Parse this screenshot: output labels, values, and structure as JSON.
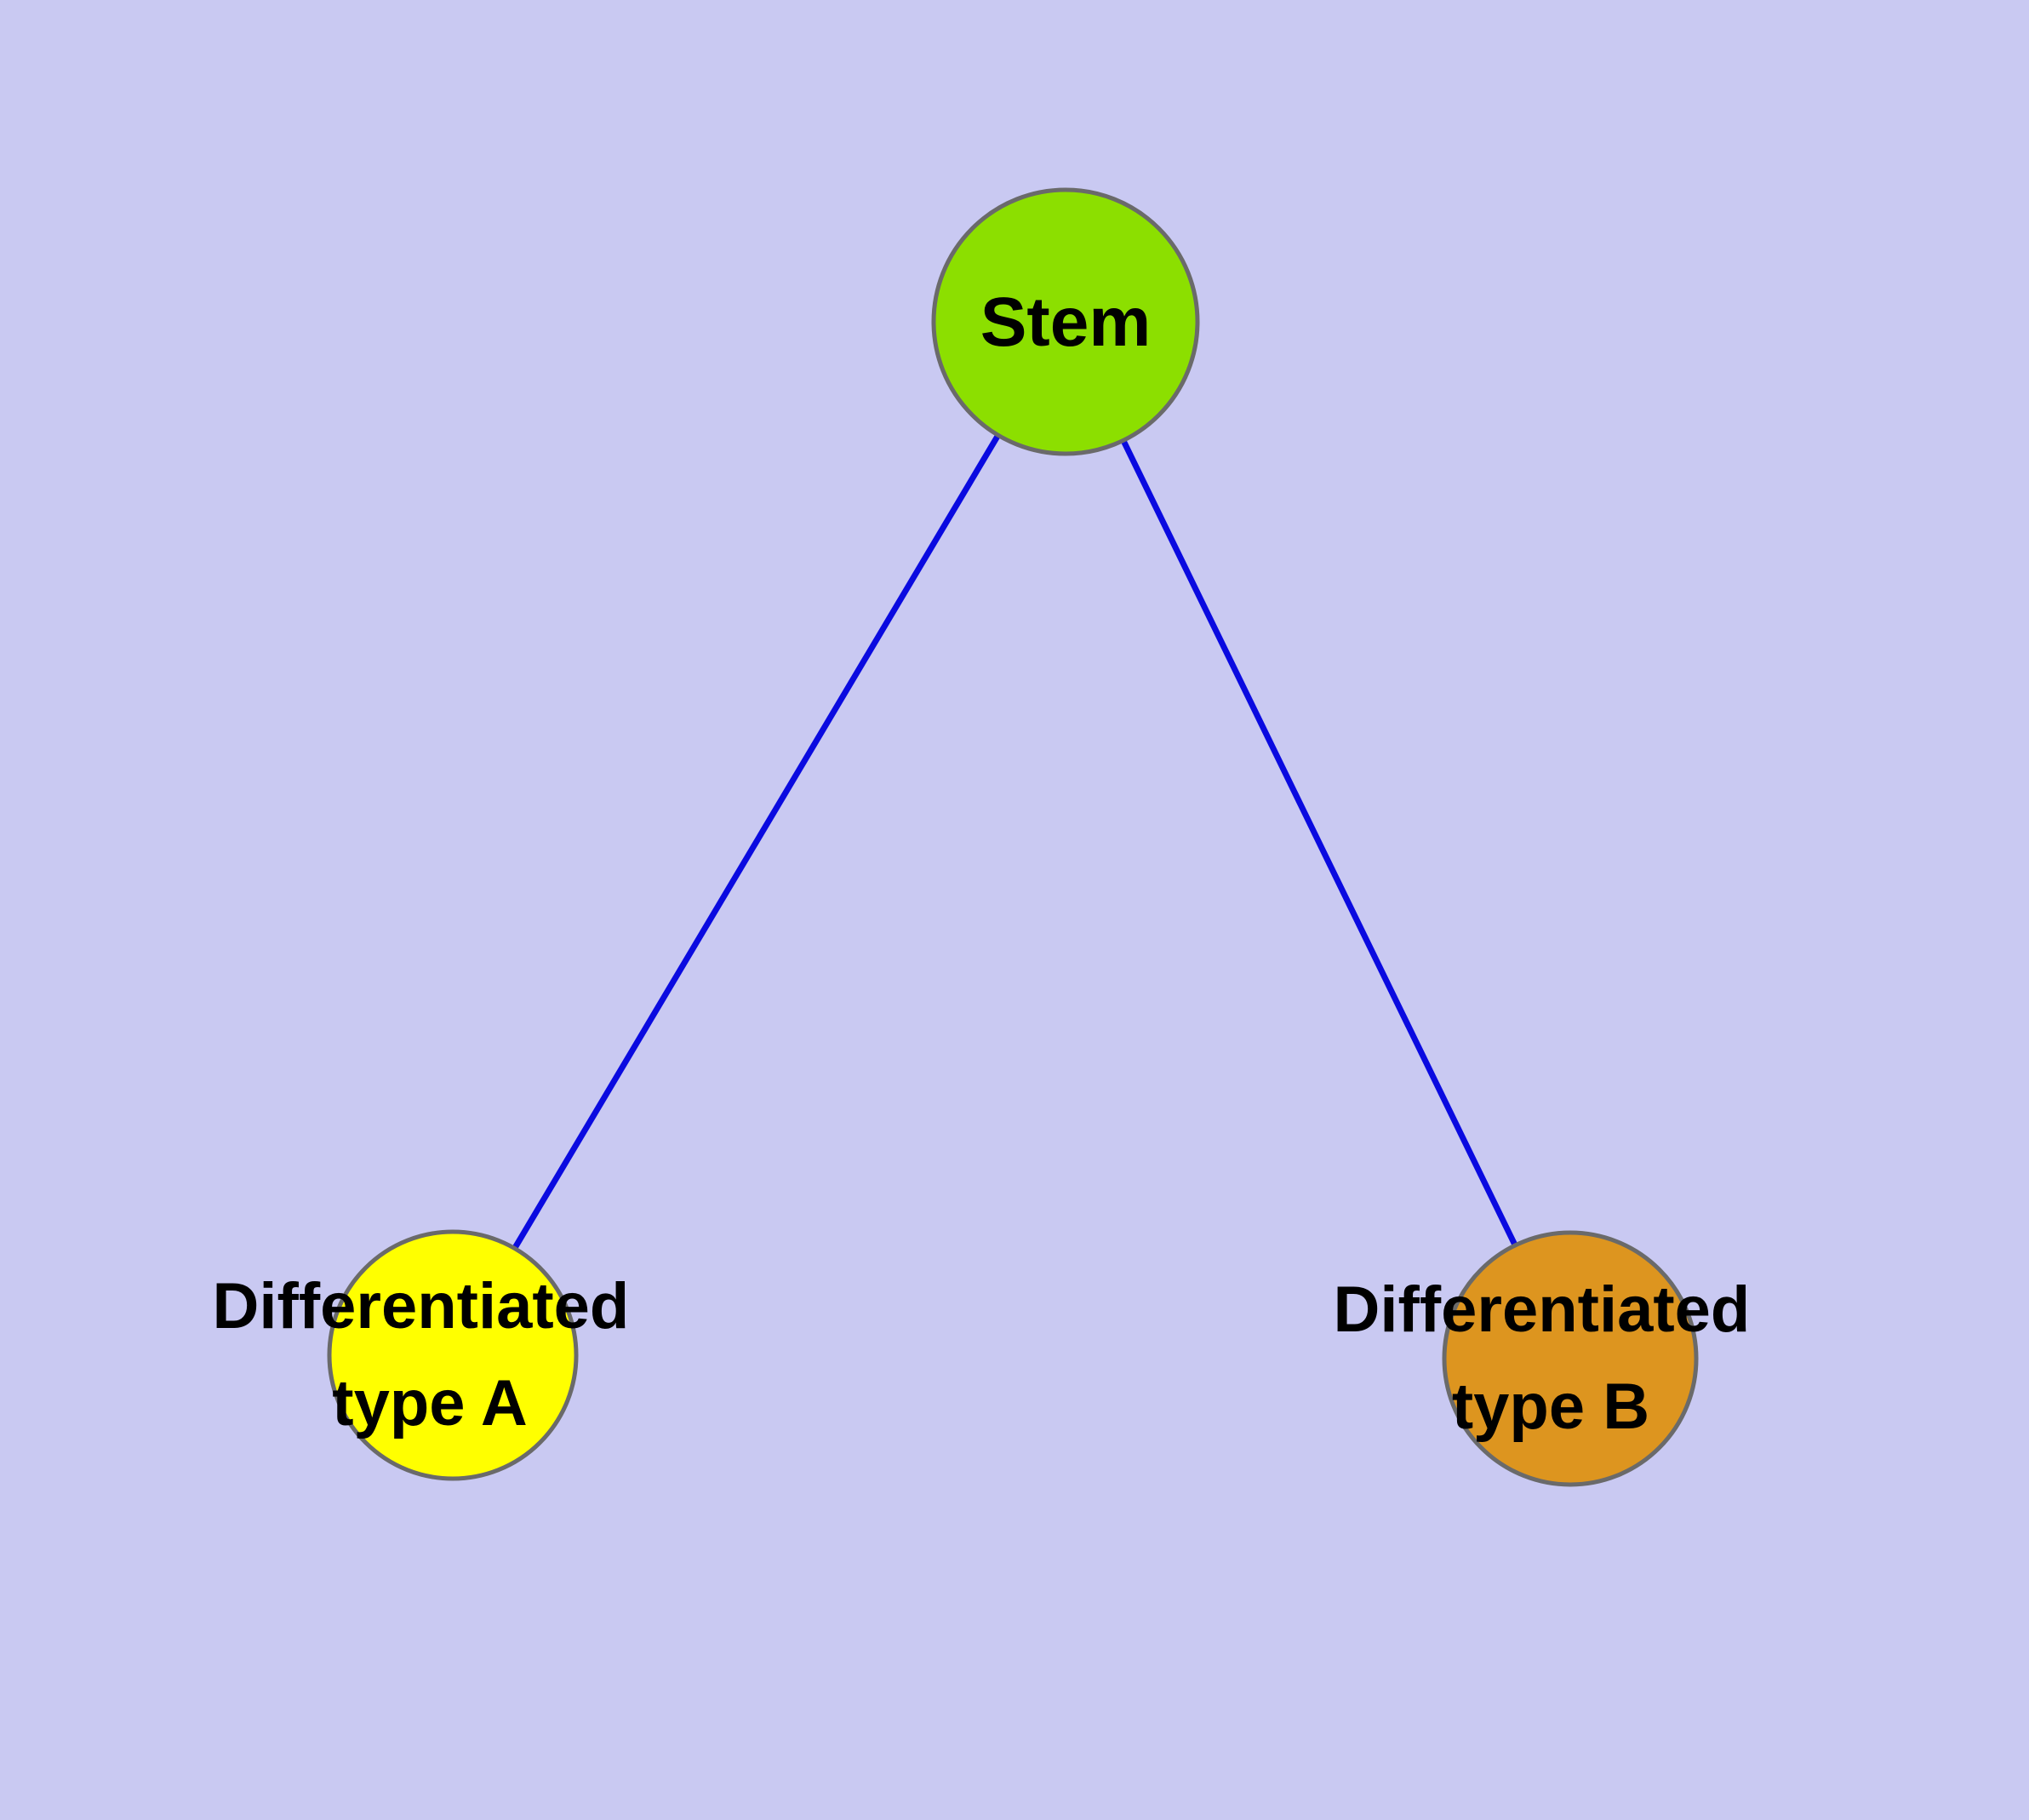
{
  "diagram": {
    "background_color": "#c9c9f2",
    "edge_color": "#0a0ae0",
    "node_border_color": "#6a6a6a",
    "nodes": {
      "stem": {
        "label": "Stem",
        "fill": "#8cdf00"
      },
      "type_a": {
        "label_line1": "Differentiated",
        "label_line2": "type A",
        "fill": "#ffff00"
      },
      "type_b": {
        "label_line1": "Differentiated",
        "label_line2": "type B",
        "fill": "#dd951f"
      }
    },
    "edges": [
      {
        "from": "stem",
        "to": "type_a"
      },
      {
        "from": "stem",
        "to": "type_b"
      }
    ]
  }
}
